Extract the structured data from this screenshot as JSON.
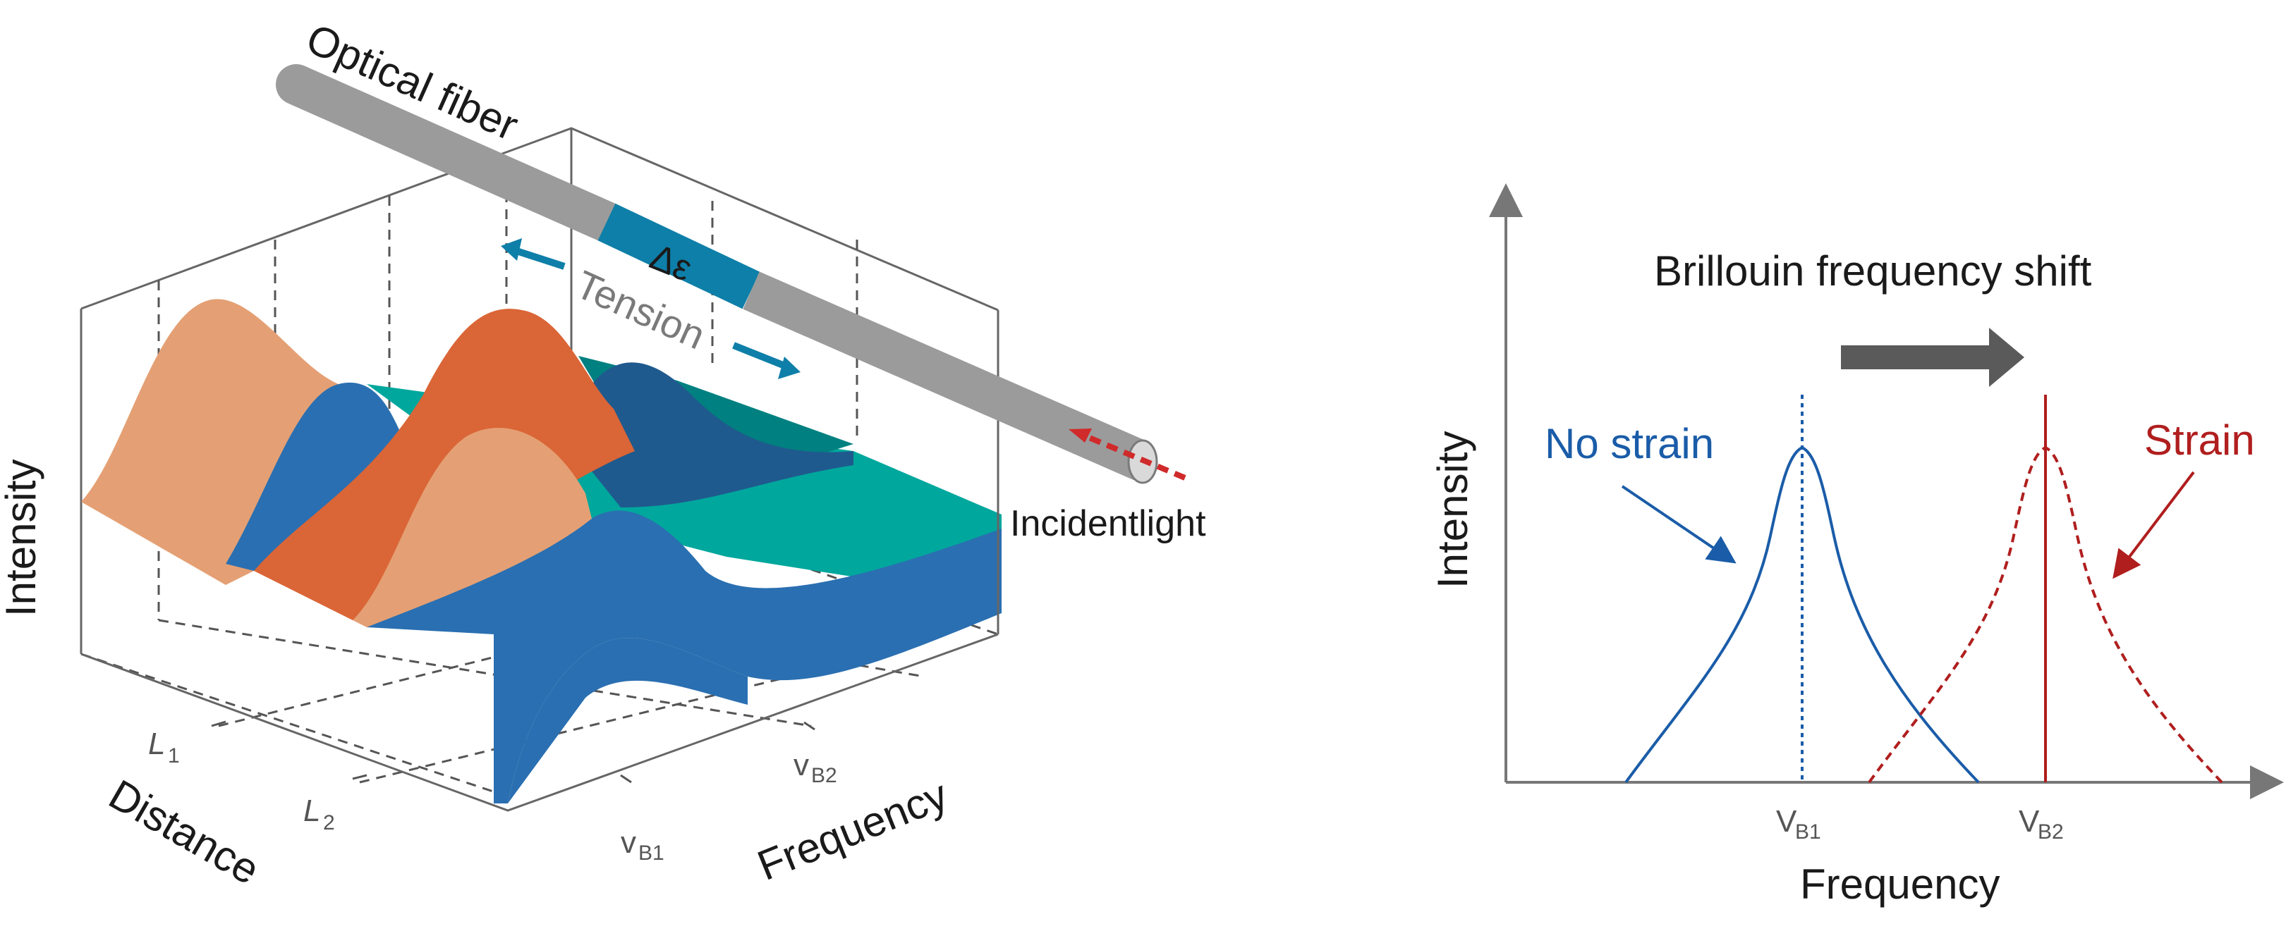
{
  "left_panel": {
    "fiber_label": "Optical fiber",
    "strain_symbol": "Δε",
    "tension_label": "Tension",
    "incident_label": "Incidentlight",
    "axis_intensity": "Intensity",
    "axis_distance": "Distance",
    "axis_frequency": "Frequency",
    "tick_l1_main": "L",
    "tick_l1_sub": "1",
    "tick_l2_main": "L",
    "tick_l2_sub": "2",
    "tick_vb1_main": "v",
    "tick_vb1_sub": "B1",
    "tick_vb2_main": "v",
    "tick_vb2_sub": "B2"
  },
  "right_panel": {
    "title": "Brillouin frequency shift",
    "axis_y": "Intensity",
    "axis_x": "Frequency",
    "label_no_strain": "No strain",
    "label_strain": "Strain",
    "tick_vb1_main": "V",
    "tick_vb1_sub": "B1",
    "tick_vb2_main": "V",
    "tick_vb2_sub": "B2"
  },
  "colors": {
    "orange_light": "#e4a074",
    "orange_dark": "#da6536",
    "blue": "#2a6fb1",
    "navy": "#1f5a8e",
    "teal": "#00a79d",
    "teal_dark": "#008080",
    "fiber_gray": "#9b9b9b",
    "fiber_strained": "#0e7fa8",
    "no_strain_blue": "#1a5ca8",
    "strain_red": "#b01e1e",
    "arrow_gray": "#5a5a5a"
  }
}
